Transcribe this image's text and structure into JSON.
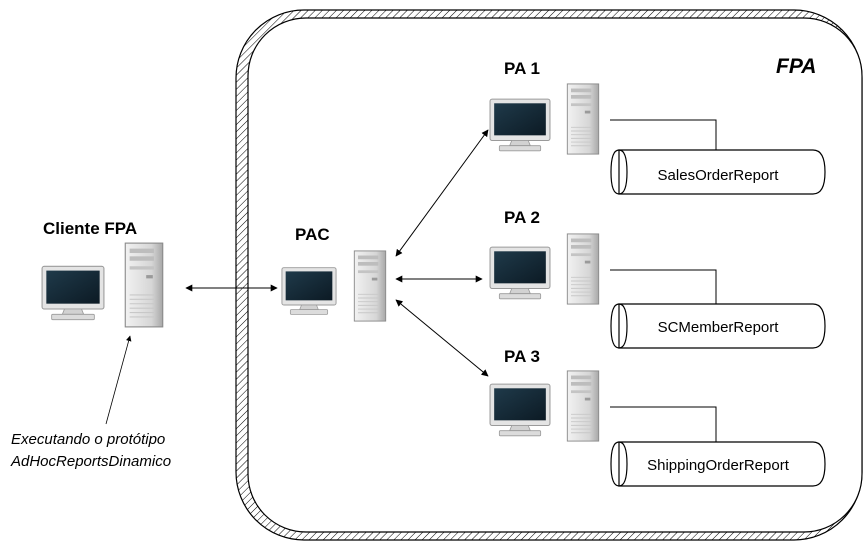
{
  "diagram": {
    "boundary_label": "FPA",
    "client": {
      "label": "Cliente FPA",
      "note_line1": "Executando o protótipo",
      "note_line2": "AdHocReportsDinamico"
    },
    "pac": {
      "label": "PAC"
    },
    "pa_nodes": [
      {
        "label": "PA 1",
        "database": "SalesOrderReport"
      },
      {
        "label": "PA 2",
        "database": "SCMemberReport"
      },
      {
        "label": "PA 3",
        "database": "ShippingOrderReport"
      }
    ]
  }
}
